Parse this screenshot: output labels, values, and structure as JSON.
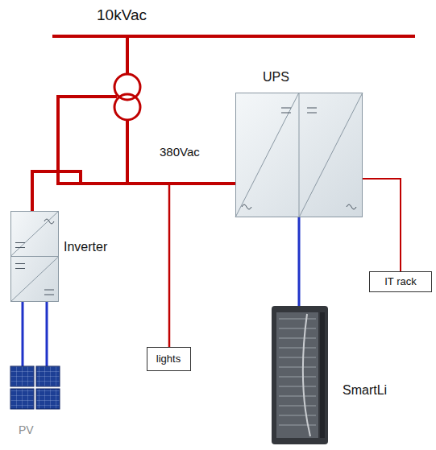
{
  "diagram": {
    "nodes": [
      {
        "text": [
          "UPS"
        ]
      },
      {
        "text": [
          "Inverter"
        ]
      },
      {
        "text": [
          "lights"
        ]
      },
      {
        "text": [
          "IT rack"
        ]
      },
      {
        "text": [
          "SmartLi"
        ]
      },
      {
        "text": [
          "PV"
        ]
      }
    ],
    "edges": [
      {
        "from": 0,
        "to": 3,
        "arrow": "none"
      },
      {
        "from": 0,
        "to": 4,
        "arrow": "none"
      },
      {
        "from": 1,
        "to": 5,
        "arrow": "none"
      },
      {
        "from": 1,
        "to": 5,
        "arrow": "none"
      }
    ],
    "labels": [
      "10kVac",
      "380Vac"
    ]
  }
}
